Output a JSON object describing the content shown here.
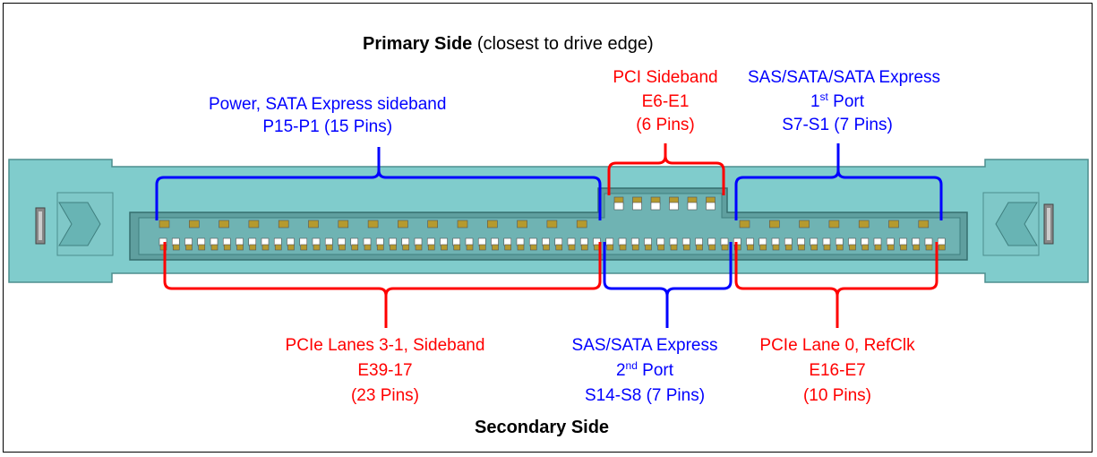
{
  "primary_side": {
    "bold": "Primary Side",
    "rest": " (closest to drive edge)"
  },
  "secondary_side": "Secondary Side",
  "groups": {
    "power": {
      "line1": "Power, SATA Express sideband",
      "line2": "P15-P1 (15 Pins)"
    },
    "pci_sideband": {
      "line1": "PCI Sideband",
      "line2": "E6-E1",
      "line3": "(6 Pins)"
    },
    "port1": {
      "line1": "SAS/SATA/SATA Express",
      "line2_num": "1",
      "line2_sup": "st",
      "line2_rest": " Port",
      "line3": "S7-S1 (7 Pins)"
    },
    "pcie_lanes": {
      "line1": "PCIe Lanes 3-1, Sideband",
      "line2": "E39-17",
      "line3": "(23 Pins)"
    },
    "port2": {
      "line1": "SAS/SATA Express",
      "line2_num": "2",
      "line2_sup": "nd",
      "line2_rest": " Port",
      "line3": "S14-S8 (7 Pins)"
    },
    "pcie_lane0": {
      "line1": "PCIe Lane 0, RefClk",
      "line2": "E16-E7",
      "line3": "(10 Pins)"
    }
  },
  "colors": {
    "blue": "#0000ff",
    "red": "#ff0000",
    "body": "#7ecaca",
    "body_dark": "#5aa6a6",
    "slot": "#4f8f8f",
    "pin": "#b59a2e",
    "pin_white": "#ffffff"
  }
}
